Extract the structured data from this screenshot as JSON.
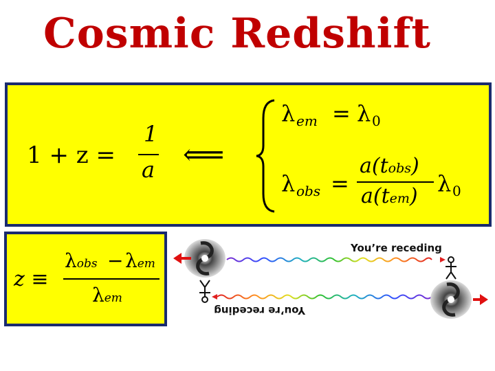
{
  "slide": {
    "title": "Cosmic Redshift"
  },
  "top_box": {
    "lhs": "1 + z =",
    "frac_num": "1",
    "frac_den": "a",
    "arrow": "⟸",
    "eq1_lhs": "λ",
    "eq1_lhs_sub": "em",
    "eq1_eq": "=",
    "eq1_rhs": "λ",
    "eq1_rhs_sub": "0",
    "eq2_lhs": "λ",
    "eq2_lhs_sub": "obs",
    "eq2_eq": "=",
    "eq2_num": "a(t",
    "eq2_num_sub": "obs",
    "eq2_num_close": ")",
    "eq2_den": "a(t",
    "eq2_den_sub": "em",
    "eq2_den_close": ")",
    "eq2_tail": "λ",
    "eq2_tail_sub": "0"
  },
  "bottom_box": {
    "lhs": "z ≡",
    "num_a": "λ",
    "num_a_sub": "obs",
    "num_minus": "−",
    "num_b": "λ",
    "num_b_sub": "em",
    "den": "λ",
    "den_sub": "em"
  },
  "diagram": {
    "label_top": "You’re receding",
    "label_bottom": "You’re receding",
    "colors": {
      "arrow": "#e01010",
      "galaxy_dark": "#1a1a1a",
      "galaxy_light": "#c8c8c8"
    }
  }
}
